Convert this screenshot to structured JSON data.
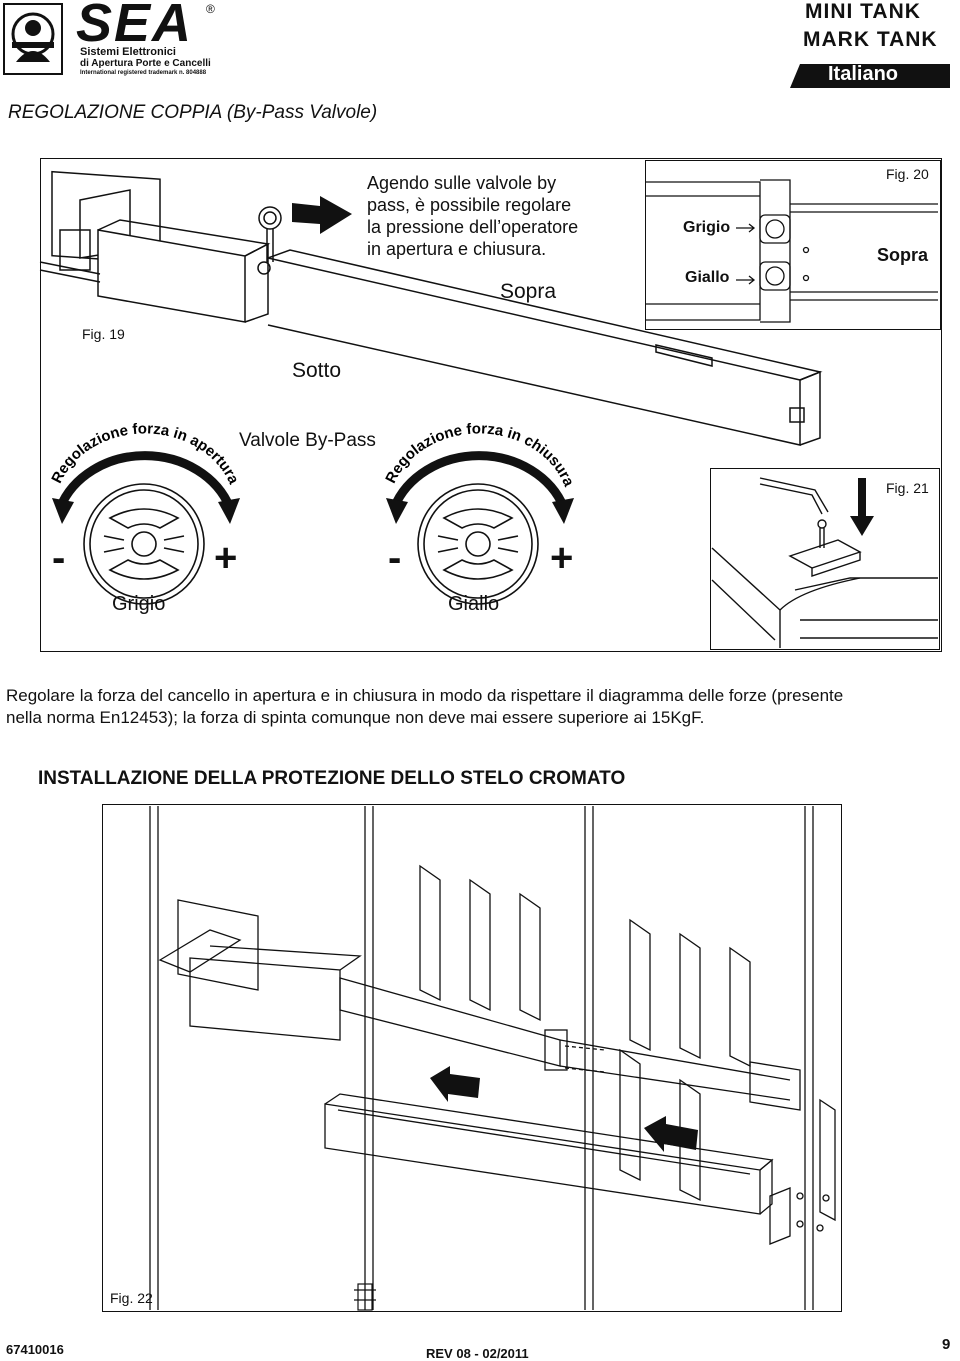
{
  "header": {
    "brand": "SEA",
    "registered": "®",
    "company_line1": "Sistemi Elettronici",
    "company_line2": "di Apertura Porte e Cancelli",
    "trademark": "International registered trademark n. 804888",
    "product1": "MINI TANK",
    "product2": "MARK TANK",
    "language": "Italiano"
  },
  "section1": {
    "title": "REGOLAZIONE COPPIA (By-Pass Valvole)",
    "intro_lines": [
      "Agendo sulle valvole by",
      "pass, è possibile regolare",
      "la pressione dell’operatore",
      "in apertura e chiusura."
    ],
    "sopra_label": "Sopra",
    "sotto_label": "Sotto",
    "fig19": "Fig. 19",
    "fig20": "Fig. 20",
    "fig20_grigio": "Grigio",
    "fig20_giallo": "Giallo",
    "fig20_sopra": "Sopra",
    "fig21": "Fig. 21",
    "valves_label": "Valvole By-Pass",
    "arc_left": "Regolazione forza in apertura",
    "arc_right": "Regolazione forza in chiusura",
    "minus": "-",
    "plus": "+",
    "valve_left_label": "Grigio",
    "valve_right_label": "Giallo"
  },
  "paragraph_lines": [
    "Regolare la forza del cancello in apertura e in chiusura in modo da rispettare il diagramma delle forze (presente",
    "nella norma En12453); la forza di spinta comunque non deve mai essere superiore ai 15KgF."
  ],
  "section2": {
    "title": "INSTALLAZIONE DELLA PROTEZIONE DELLO STELO  CROMATO",
    "fig22": "Fig. 22"
  },
  "footer": {
    "code": "67410016",
    "rev": "REV 08 - 02/2011",
    "page": "9"
  }
}
